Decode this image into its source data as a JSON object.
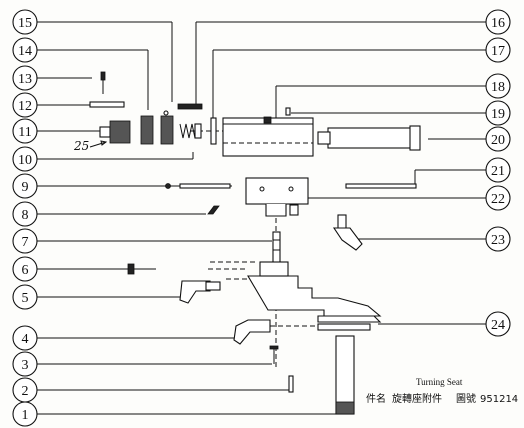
{
  "drawing": {
    "title_en": "Turning Seat",
    "title_label": "件名",
    "title_cn": "旋轉座附件",
    "drawing_no_label": "圖號",
    "drawing_no": "951214",
    "handwritten_note": "25"
  },
  "callouts": [
    {
      "id": "c1",
      "num": "1"
    },
    {
      "id": "c2",
      "num": "2"
    },
    {
      "id": "c3",
      "num": "3"
    },
    {
      "id": "c4",
      "num": "4"
    },
    {
      "id": "c5",
      "num": "5"
    },
    {
      "id": "c6",
      "num": "6"
    },
    {
      "id": "c7",
      "num": "7"
    },
    {
      "id": "c8",
      "num": "8"
    },
    {
      "id": "c9",
      "num": "9"
    },
    {
      "id": "c10",
      "num": "10"
    },
    {
      "id": "c11",
      "num": "11"
    },
    {
      "id": "c12",
      "num": "12"
    },
    {
      "id": "c13",
      "num": "13"
    },
    {
      "id": "c14",
      "num": "14"
    },
    {
      "id": "c15",
      "num": "15"
    },
    {
      "id": "c16",
      "num": "16"
    },
    {
      "id": "c17",
      "num": "17"
    },
    {
      "id": "c18",
      "num": "18"
    },
    {
      "id": "c19",
      "num": "19"
    },
    {
      "id": "c20",
      "num": "20"
    },
    {
      "id": "c21",
      "num": "21"
    },
    {
      "id": "c22",
      "num": "22"
    },
    {
      "id": "c23",
      "num": "23"
    },
    {
      "id": "c24",
      "num": "24"
    }
  ]
}
